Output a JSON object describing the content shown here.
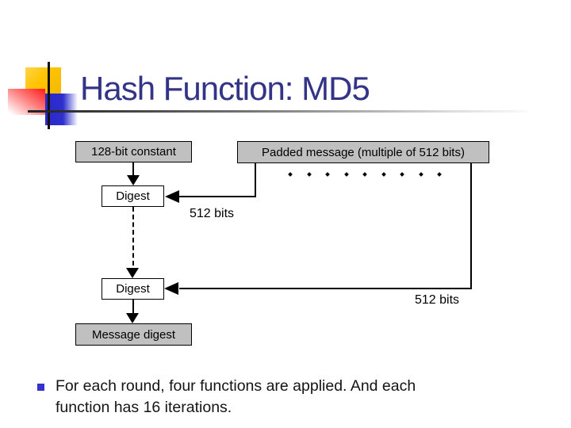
{
  "slide": {
    "title": "Hash Function: MD5",
    "bullet": {
      "lines": [
        "For each round, four functions are applied. And each",
        "function has 16 iterations."
      ]
    }
  },
  "diagram": {
    "constant_box": "128-bit constant",
    "padded_box": "Padded message (multiple of 512 bits)",
    "digest1": "Digest",
    "digest2": "Digest",
    "message_digest": "Message digest",
    "label_512_first": "512 bits",
    "label_512_second": "512 bits",
    "block_dot_count": 9
  },
  "icons": {
    "bullet_square": "small-blue-square",
    "arrowheads": "solid-black-triangle",
    "logo": "crosshair-with-yellow-red-blue-squares"
  },
  "colors": {
    "title_text": "#333387",
    "box_gray": "#c0c0c0",
    "box_border": "#000000",
    "bullet_square": "#3333cc",
    "logo_yellow": "#ffc400",
    "logo_red": "#ff1a1a",
    "logo_blue": "#2929c8",
    "divider_start": "#222222",
    "divider_end": "#fafafa"
  }
}
